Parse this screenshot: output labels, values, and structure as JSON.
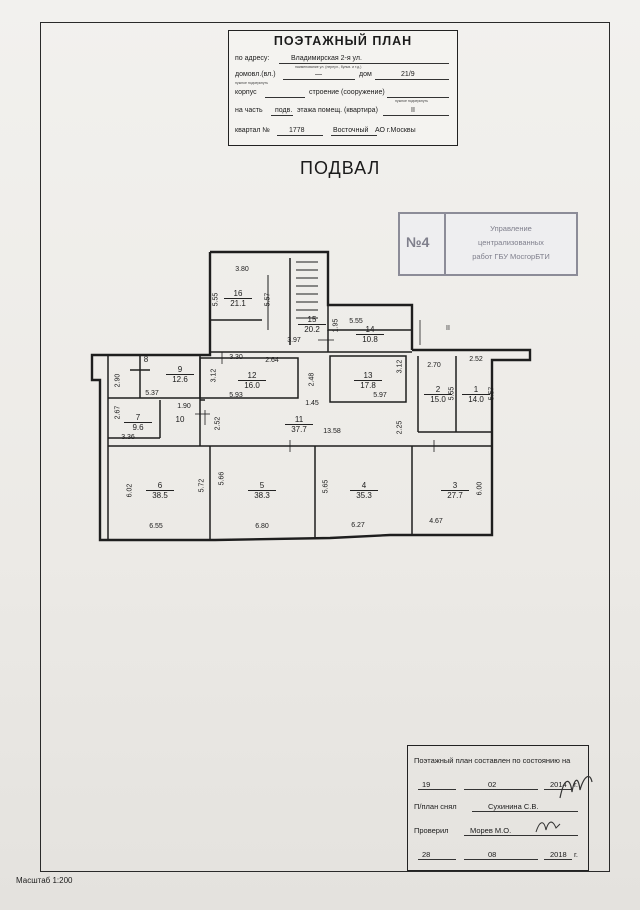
{
  "header": {
    "title": "ПОЭТАЖНЫЙ ПЛАН",
    "address_label": "по адресу:",
    "address_value": "Владимирская 2-я ул.",
    "address_hint": "наименование ул. (переул., бульв. и т.д.)",
    "domovl_label": "домовл.(вл.)",
    "domovl_value": "—",
    "domovl_hint": "нужное подчеркнуть",
    "dom_label": "дом",
    "dom_value": "21/9",
    "korpus_label": "корпус",
    "stroenie_label": "строение (сооружение)",
    "stroenie_hint": "нужное подчеркнуть",
    "part_label": "на часть",
    "part_value": "подв.",
    "floor_label": "этажа помещ. (квартира)",
    "floor_value": "II",
    "kvartal_label": "квартал №",
    "kvartal_value": "1778",
    "district_value": "Восточный",
    "district_suffix": "АО г.Москвы"
  },
  "floor_title": "ПОДВАЛ",
  "registry_stamp": {
    "number": "№4",
    "line1": "Управление",
    "line2": "централизованных",
    "line3": "работ ГБУ МосгорБТИ"
  },
  "plan": {
    "room_labels": [
      {
        "id": "16",
        "area": "21.1"
      },
      {
        "id": "15",
        "area": "20.2"
      },
      {
        "id": "14",
        "area": "10.8"
      },
      {
        "id": "8",
        "area": ""
      },
      {
        "id": "9",
        "area": "12.6"
      },
      {
        "id": "12",
        "area": "16.0"
      },
      {
        "id": "13",
        "area": "17.8"
      },
      {
        "id": "2",
        "area": "15.0"
      },
      {
        "id": "1",
        "area": "14.0"
      },
      {
        "id": "7",
        "area": "9.6"
      },
      {
        "id": "10",
        "area": ""
      },
      {
        "id": "11",
        "area": "37.7"
      },
      {
        "id": "6",
        "area": "38.5"
      },
      {
        "id": "5",
        "area": "38.3"
      },
      {
        "id": "4",
        "area": "35.3"
      },
      {
        "id": "3",
        "area": "27.7"
      }
    ],
    "dimensions": [
      "3.80",
      "5.55",
      "5.57",
      "3.97",
      "5.55",
      "1.95",
      "3.30",
      "2.64",
      "3.12",
      "2.48",
      "3.12",
      "2.70",
      "2.52",
      "5.55",
      "5.57",
      "2.90",
      "5.37",
      "5.93",
      "1.45",
      "5.97",
      "2.67",
      "1.90",
      "2.52",
      "3.36",
      "13.58",
      "2.25",
      "6.02",
      "5.72",
      "5.66",
      "5.65",
      "6.00",
      "6.55",
      "6.80",
      "6.27",
      "4.67"
    ],
    "axis_mark": "II"
  },
  "footer": {
    "line1": "Поэтажный план составлен по состоянию на",
    "date1_day": "19",
    "date1_month": "02",
    "date1_year": "2014",
    "year_suffix": "г.",
    "surveyed_label": "П/план снял",
    "surveyed_by": "Сухинина С.В.",
    "checked_label": "Проверил",
    "checked_by": "Морев М.О.",
    "date2_day": "28",
    "date2_month": "08",
    "date2_year": "2018"
  },
  "scale": "Масштаб 1:200"
}
